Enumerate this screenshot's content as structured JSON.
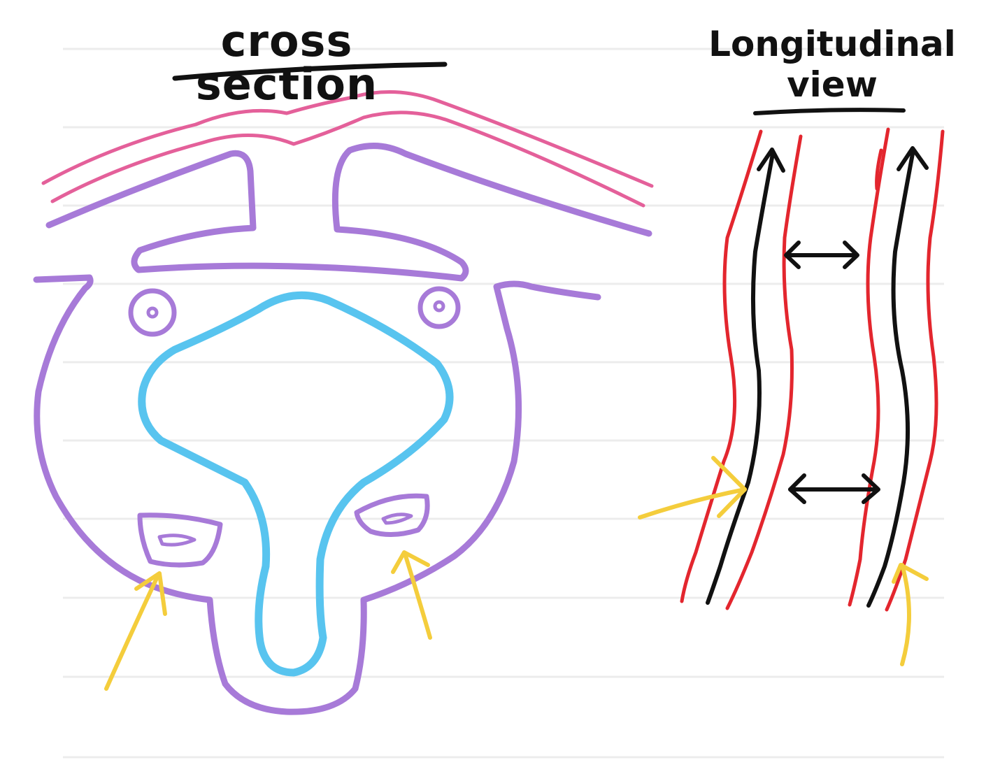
{
  "titles": {
    "cross_section": "cross section",
    "longitudinal_line1": "Longitudinal",
    "longitudinal_line2": "view"
  },
  "colors": {
    "paper_lines": "#ececec",
    "ink": "#111111",
    "pink": "#e4609a",
    "purple": "#a77ad8",
    "blue": "#58c4ef",
    "yellow": "#f4cd3c",
    "red": "#e3262e"
  }
}
